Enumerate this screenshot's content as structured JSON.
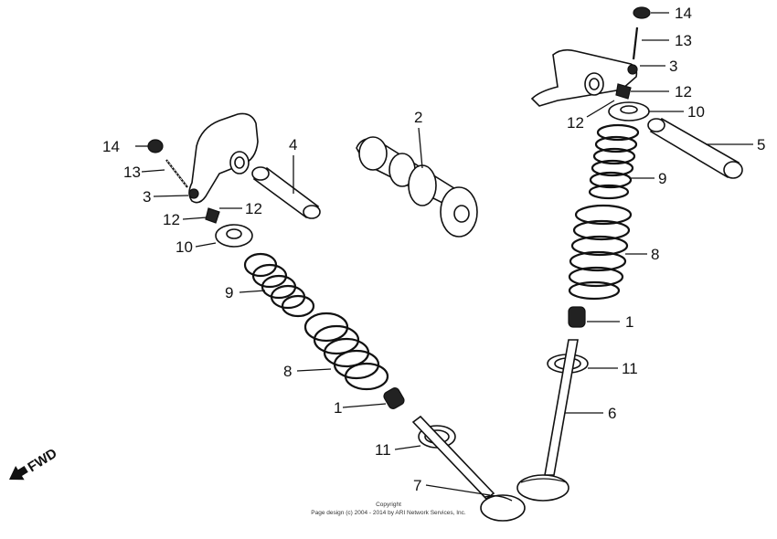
{
  "diagram": {
    "callouts": {
      "left_14": "14",
      "left_13": "13",
      "left_3": "3",
      "left_12a": "12",
      "left_12b": "12",
      "left_10": "10",
      "left_9": "9",
      "left_8": "8",
      "left_1": "1",
      "left_11": "11",
      "left_7": "7",
      "mid_4": "4",
      "mid_2": "2",
      "right_14": "14",
      "right_13": "13",
      "right_3": "3",
      "right_12a": "12",
      "right_12b": "12",
      "right_10": "10",
      "right_5": "5",
      "right_9": "9",
      "right_8": "8",
      "right_1": "1",
      "right_11": "11",
      "right_6": "6"
    },
    "fwd_label": "FWD",
    "copyright_line1": "Copyright",
    "copyright_line2": "Page design (c) 2004 - 2014 by ARI Network Services, Inc."
  }
}
